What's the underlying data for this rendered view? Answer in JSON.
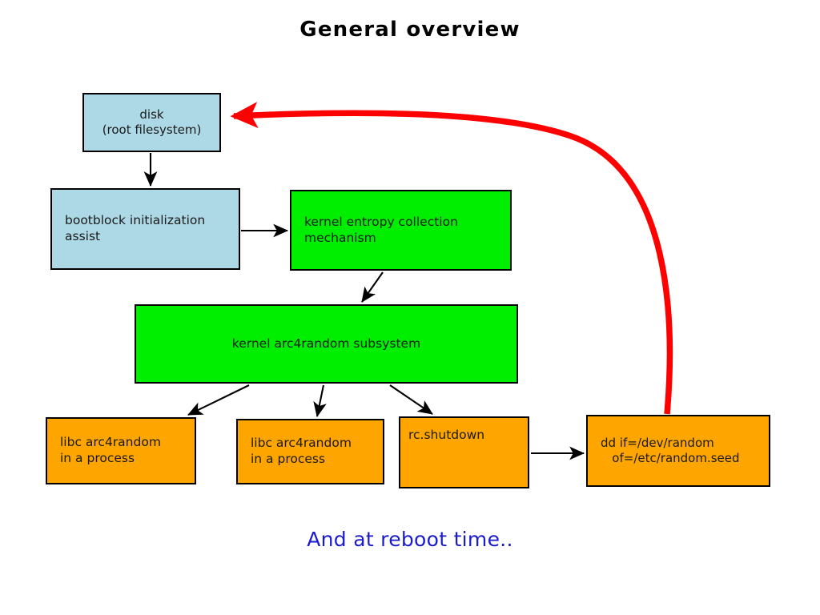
{
  "slide": {
    "title": "General overview",
    "footer_note": "And at reboot time..",
    "background_color": "#ffffff",
    "title_color": "#000000",
    "footer_color": "#1a1ad0"
  },
  "palette": {
    "blue_fill": "#ADD8E6",
    "green_fill": "#00EE00",
    "orange_fill": "#FFA500",
    "border": "#000000",
    "arrow_black": "#000000",
    "arrow_red": "#FF0000"
  },
  "diagram": {
    "type": "flowchart",
    "nodes": [
      {
        "id": "disk",
        "lines": [
          "disk",
          "(root filesystem)"
        ],
        "fill": "#ADD8E6",
        "align": "center"
      },
      {
        "id": "bootblock",
        "lines": [
          "bootblock initialization",
          "assist"
        ],
        "fill": "#ADD8E6",
        "align": "left"
      },
      {
        "id": "entropy",
        "lines": [
          "kernel entropy collection",
          "mechanism"
        ],
        "fill": "#00EE00",
        "align": "left"
      },
      {
        "id": "arc4random",
        "lines": [
          "kernel arc4random subsystem"
        ],
        "fill": "#00EE00",
        "align": "center"
      },
      {
        "id": "libc1",
        "lines": [
          "libc arc4random",
          "in a process"
        ],
        "fill": "#FFA500",
        "align": "left"
      },
      {
        "id": "libc2",
        "lines": [
          "libc arc4random",
          "in a process"
        ],
        "fill": "#FFA500",
        "align": "left"
      },
      {
        "id": "rcshutdown",
        "lines": [
          "rc.shutdown"
        ],
        "fill": "#FFA500",
        "align": "topleft"
      },
      {
        "id": "dd",
        "lines": [
          "dd if=/dev/random",
          "   of=/etc/random.seed"
        ],
        "fill": "#FFA500",
        "align": "left"
      }
    ],
    "edges": [
      {
        "id": "disk-to-bootblock",
        "from": "disk",
        "to": "bootblock",
        "color": "#000000",
        "style": "straight"
      },
      {
        "id": "bootblock-to-entropy",
        "from": "bootblock",
        "to": "entropy",
        "color": "#000000",
        "style": "straight"
      },
      {
        "id": "entropy-to-arc4random",
        "from": "entropy",
        "to": "arc4random",
        "color": "#000000",
        "style": "straight"
      },
      {
        "id": "arc4random-to-libc1",
        "from": "arc4random",
        "to": "libc1",
        "color": "#000000",
        "style": "straight"
      },
      {
        "id": "arc4random-to-libc2",
        "from": "arc4random",
        "to": "libc2",
        "color": "#000000",
        "style": "straight"
      },
      {
        "id": "arc4random-to-rcshutdown",
        "from": "arc4random",
        "to": "rcshutdown",
        "color": "#000000",
        "style": "straight"
      },
      {
        "id": "rcshutdown-to-dd",
        "from": "rcshutdown",
        "to": "dd",
        "color": "#000000",
        "style": "straight"
      },
      {
        "id": "dd-to-disk",
        "from": "dd",
        "to": "disk",
        "color": "#FF0000",
        "style": "curved-thick"
      }
    ]
  }
}
